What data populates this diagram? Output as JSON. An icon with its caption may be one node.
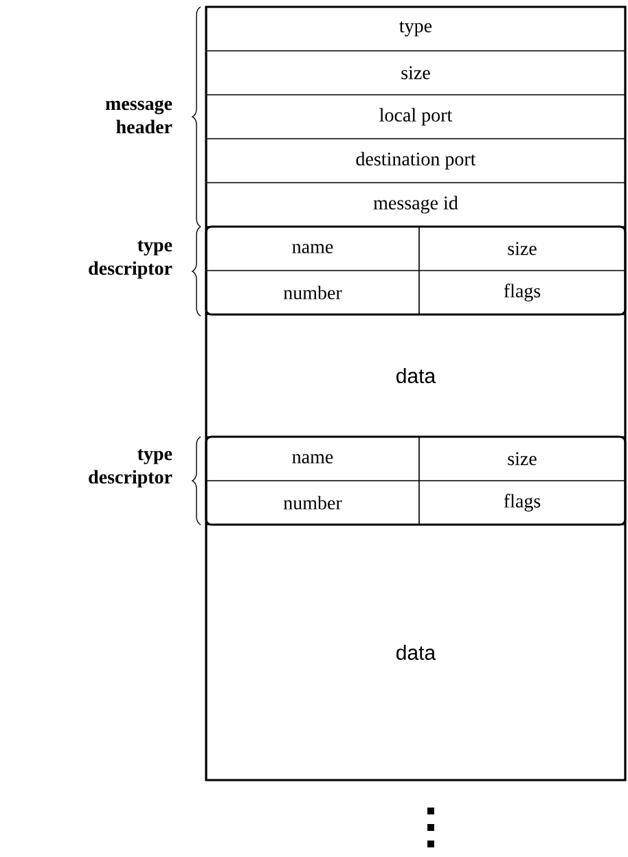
{
  "diagram": {
    "nodes": [
      {
        "text": [],
        "shape": "box"
      },
      {
        "text": [
          "type"
        ],
        "in": 0
      },
      {
        "text": [
          "size"
        ],
        "in": 0
      },
      {
        "text": [
          "local port"
        ],
        "in": 0
      },
      {
        "text": [
          "destination port"
        ],
        "in": 0
      },
      {
        "text": [
          "message id"
        ],
        "in": 0
      },
      {
        "text": [
          "name"
        ],
        "in": 0
      },
      {
        "text": [
          "size"
        ],
        "in": 0
      },
      {
        "text": [
          "number"
        ],
        "in": 0
      },
      {
        "text": [
          "flags"
        ],
        "in": 0
      },
      {
        "text": [
          "data"
        ],
        "in": 0
      },
      {
        "text": [
          "name"
        ],
        "in": 0
      },
      {
        "text": [
          "size"
        ],
        "in": 0
      },
      {
        "text": [
          "number"
        ],
        "in": 0
      },
      {
        "text": [
          "flags"
        ],
        "in": 0
      },
      {
        "text": [
          "data"
        ],
        "in": 0
      }
    ],
    "labels": [
      "message header",
      "type descriptor",
      "type descriptor"
    ]
  }
}
